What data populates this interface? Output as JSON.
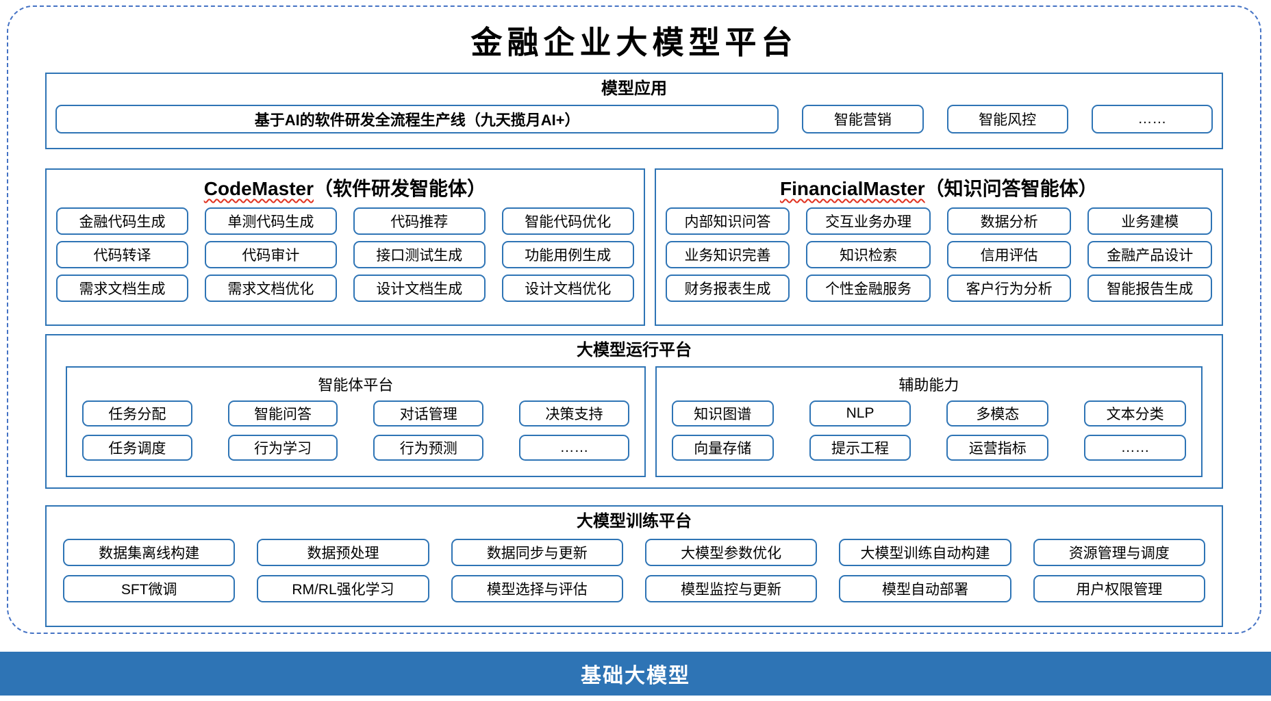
{
  "title": "金融企业大模型平台",
  "colors": {
    "accent_blue": "#2E74B5",
    "dashed_border_blue": "#4472C4",
    "squiggle_red": "#E0301E",
    "foundation_bg": "#2E74B5",
    "foundation_text": "#FFFFFF"
  },
  "sections": {
    "model_app": {
      "header": "模型应用",
      "pipeline": "基于AI的软件研发全流程生产线（九天揽月AI+）",
      "items": [
        "智能营销",
        "智能风控",
        "……"
      ]
    },
    "codemaster": {
      "title_en": "CodeMaster",
      "title_zh": "（软件研发智能体）",
      "items": [
        "金融代码生成",
        "单测代码生成",
        "代码推荐",
        "智能代码优化",
        "代码转译",
        "代码审计",
        "接口测试生成",
        "功能用例生成",
        "需求文档生成",
        "需求文档优化",
        "设计文档生成",
        "设计文档优化"
      ]
    },
    "financialmaster": {
      "title_en": "FinancialMaster",
      "title_zh": "（知识问答智能体）",
      "items": [
        "内部知识问答",
        "交互业务办理",
        "数据分析",
        "业务建模",
        "业务知识完善",
        "知识检索",
        "信用评估",
        "金融产品设计",
        "财务报表生成",
        "个性金融服务",
        "客户行为分析",
        "智能报告生成"
      ]
    },
    "runtime": {
      "header": "大模型运行平台",
      "agent_platform": {
        "header": "智能体平台",
        "items": [
          "任务分配",
          "智能问答",
          "对话管理",
          "决策支持",
          "任务调度",
          "行为学习",
          "行为预测",
          "……"
        ]
      },
      "aux": {
        "header": "辅助能力",
        "items": [
          "知识图谱",
          "NLP",
          "多模态",
          "文本分类",
          "向量存储",
          "提示工程",
          "运营指标",
          "……"
        ]
      }
    },
    "training": {
      "header": "大模型训练平台",
      "items": [
        "数据集离线构建",
        "数据预处理",
        "数据同步与更新",
        "大模型参数优化",
        "大模型训练自动构建",
        "资源管理与调度",
        "SFT微调",
        "RM/RL强化学习",
        "模型选择与评估",
        "模型监控与更新",
        "模型自动部署",
        "用户权限管理"
      ]
    },
    "foundation": {
      "label": "基础大模型"
    }
  }
}
